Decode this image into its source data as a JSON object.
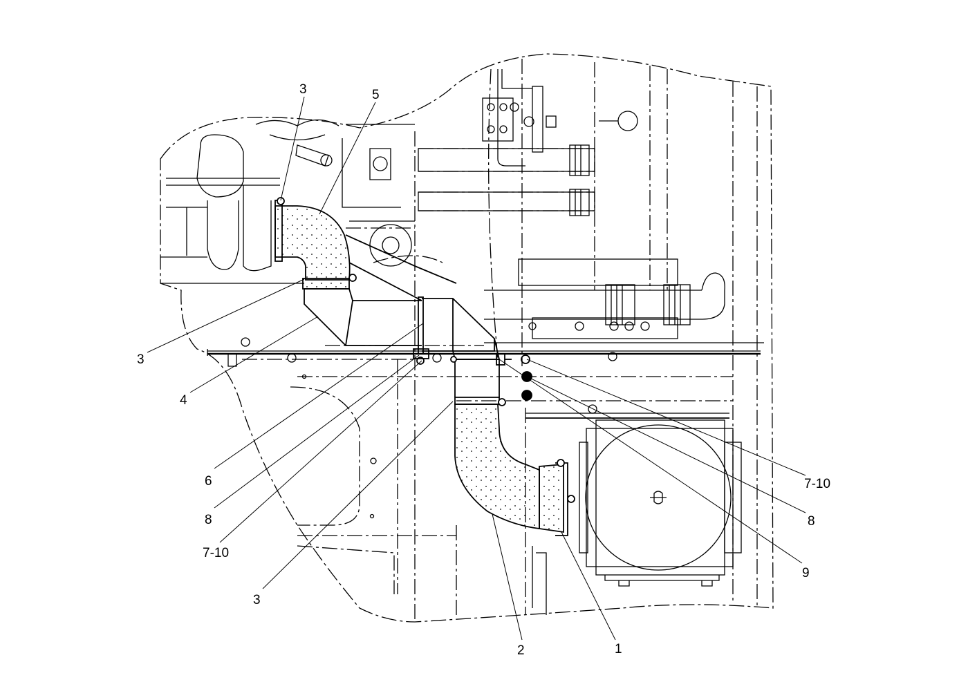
{
  "callouts": {
    "c3_top": "3",
    "c5": "5",
    "c3_left": "3",
    "c4": "4",
    "c6": "6",
    "c8_left": "8",
    "c7_10_left": "7-10",
    "c3_bottom": "3",
    "c2": "2",
    "c1": "1",
    "c9": "9",
    "c8_right": "8",
    "c7_10_right": "7-10"
  },
  "colors": {
    "line": "#000000",
    "background": "#ffffff"
  }
}
